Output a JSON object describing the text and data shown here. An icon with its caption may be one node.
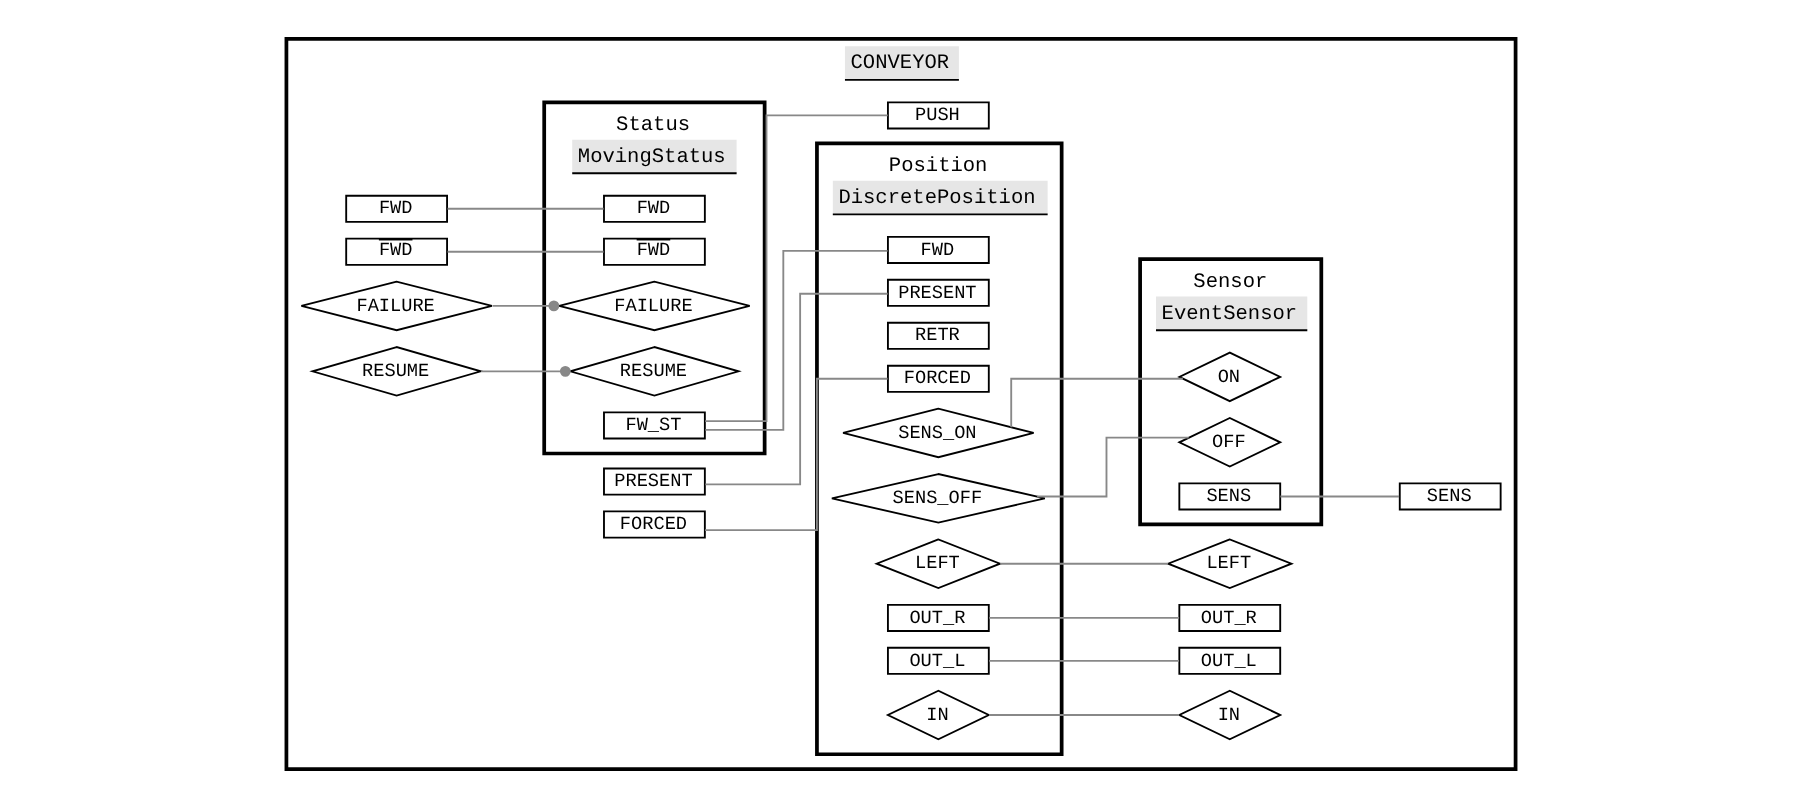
{
  "diagram": {
    "nodes": [
      {
        "text": [
          "CONVEYOR"
        ]
      },
      {
        "text": [
          "PRESENT"
        ],
        "in": 0
      },
      {
        "text": [
          "FWD"
        ],
        "in": 0
      },
      {
        "text": [
          "FWD"
        ],
        "in": 0
      },
      {
        "text": [
          "FAILURE"
        ],
        "in": 0
      },
      {
        "text": [
          "RESUME"
        ],
        "in": 0
      },
      {
        "text": [
          "FORCED"
        ],
        "in": 0
      },
      {
        "text": [
          "Status",
          "MovingStatus"
        ],
        "in": 0
      },
      {
        "text": [
          "FWD"
        ],
        "in": 7
      },
      {
        "text": [
          "FWD"
        ],
        "in": 7
      },
      {
        "text": [
          "FAILURE"
        ],
        "in": 7
      },
      {
        "text": [
          "RESUME"
        ],
        "in": 7
      },
      {
        "text": [
          "FW_ST"
        ],
        "in": 7
      },
      {
        "text": [
          "Position",
          "DiscretePosition"
        ],
        "in": 0
      },
      {
        "text": [
          "PRESENT"
        ],
        "in": 13
      },
      {
        "text": [
          "FWD"
        ],
        "in": 13
      },
      {
        "text": [
          "RETR"
        ],
        "in": 13
      },
      {
        "text": [
          "FORCED"
        ],
        "in": 13
      },
      {
        "text": [
          "IN"
        ],
        "in": 13
      },
      {
        "text": [
          "OUT_L"
        ],
        "in": 13
      },
      {
        "text": [
          "OUT_R"
        ],
        "in": 13
      },
      {
        "text": [
          "LEFT"
        ],
        "in": 13
      },
      {
        "text": [
          "SENS_ON"
        ],
        "in": 13
      },
      {
        "text": [
          "SENS_OFF"
        ],
        "in": 13
      },
      {
        "text": [
          "Sensor",
          "EventSensor"
        ],
        "in": 0
      },
      {
        "text": [
          "ON"
        ],
        "in": 24
      },
      {
        "text": [
          "OFF"
        ],
        "in": 24
      },
      {
        "text": [
          "SENS"
        ],
        "in": 24
      },
      {
        "text": [
          "IN"
        ],
        "in": 0
      },
      {
        "text": [
          "OUT_L"
        ],
        "in": 0
      },
      {
        "text": [
          "OUT_R"
        ],
        "in": 0
      },
      {
        "text": [
          "LEFT"
        ],
        "in": 0
      },
      {
        "text": [
          "PUSH"
        ],
        "in": 0
      },
      {
        "text": [
          "SENS"
        ],
        "in": 0
      }
    ],
    "edges": [
      {
        "from": 1,
        "to": 14,
        "arrow": "none"
      },
      {
        "from": 2,
        "to": 8,
        "arrow": "none"
      },
      {
        "from": 3,
        "to": 9,
        "arrow": "none"
      },
      {
        "from": 4,
        "to": 10,
        "arrow": "other"
      },
      {
        "from": 5,
        "to": 11,
        "arrow": "other"
      },
      {
        "from": 12,
        "to": 15,
        "arrow": "none"
      },
      {
        "from": 12,
        "to": 32,
        "arrow": "none"
      },
      {
        "from": 6,
        "to": 17,
        "arrow": "none"
      },
      {
        "from": 18,
        "to": 28,
        "arrow": "none"
      },
      {
        "from": 19,
        "to": 29,
        "arrow": "none"
      },
      {
        "from": 20,
        "to": 30,
        "arrow": "none"
      },
      {
        "from": 21,
        "to": 31,
        "arrow": "none"
      },
      {
        "from": 22,
        "to": 25,
        "arrow": "none"
      },
      {
        "from": 23,
        "to": 26,
        "arrow": "none"
      },
      {
        "from": 27,
        "to": 33,
        "arrow": "none"
      }
    ]
  }
}
